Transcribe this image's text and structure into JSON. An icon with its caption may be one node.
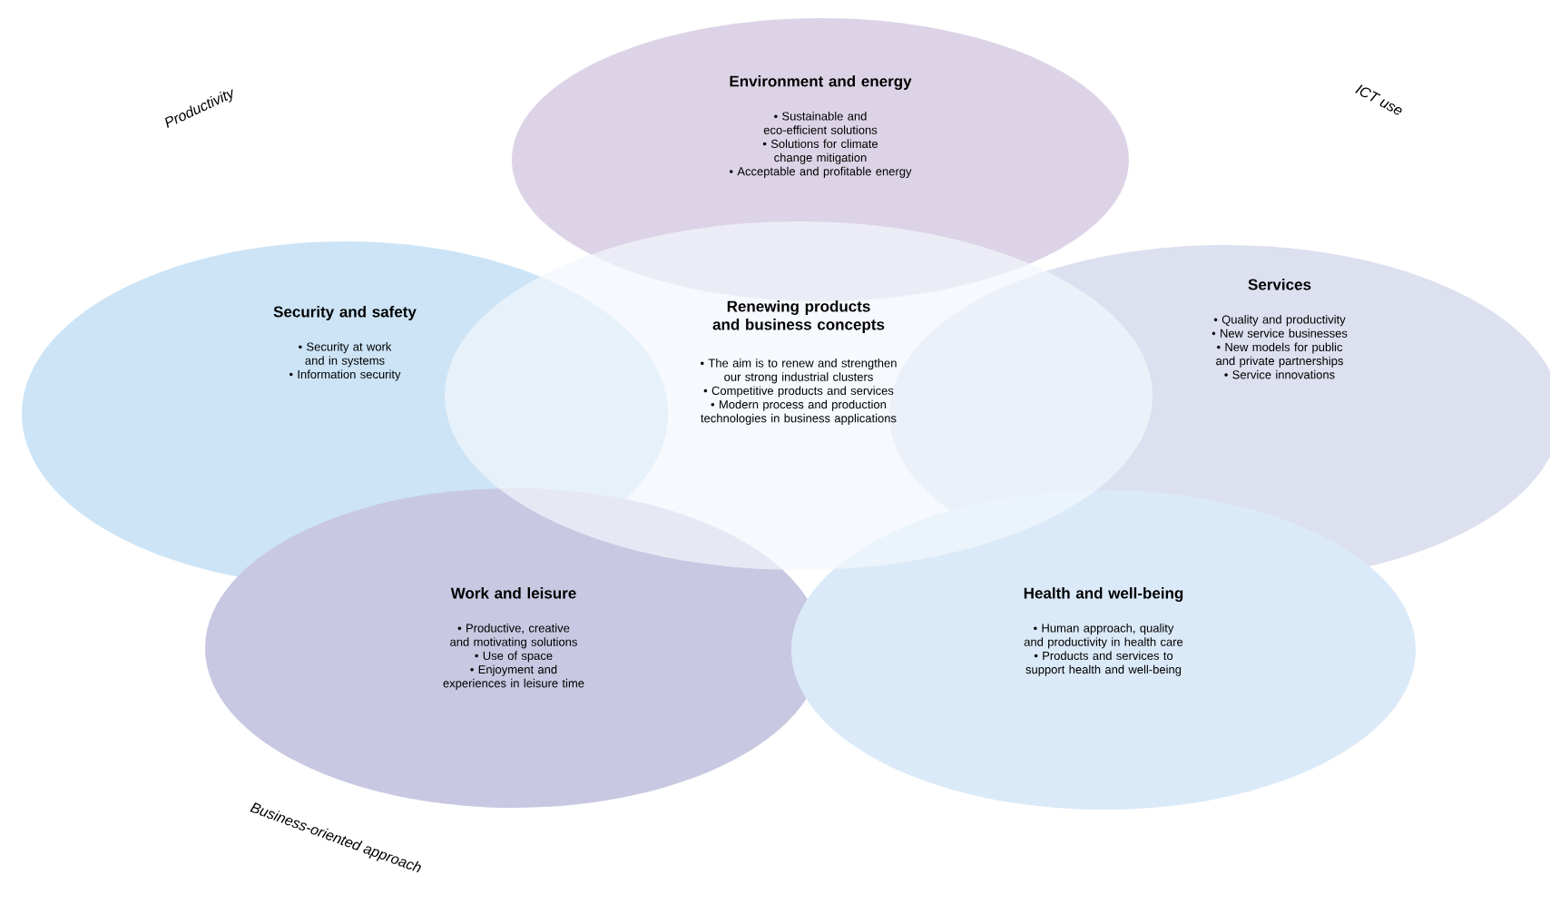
{
  "diagram": {
    "nodes": [
      {
        "text": [
          "Environment and energy",
          "• Sustainable and eco-efficient solutions",
          "• Solutions for climate change mitigation",
          "• Acceptable and profitable energy"
        ]
      },
      {
        "text": [
          "Security and safety",
          "• Security at work and in systems",
          "• Information security"
        ]
      },
      {
        "text": [
          "Renewing products and business concepts",
          "• The aim is to renew and strengthen our strong industrial clusters",
          "• Competitive products and services",
          "• Modern process and production technologies in business applications"
        ]
      },
      {
        "text": [
          "Services",
          "• Quality and productivity",
          "• New service businesses",
          "• New models for public and private partnerships",
          "• Service innovations"
        ]
      },
      {
        "text": [
          "Work and leisure",
          "• Productive, creative and motivating solutions",
          "• Use of space",
          "• Enjoyment and experiences in leisure time"
        ]
      },
      {
        "text": [
          "Health and well-being",
          "• Human approach, quality and productivity in health care",
          "• Products and services to support health and well-being"
        ]
      }
    ],
    "labels": [
      "Productivity",
      "ICT use",
      "Business-oriented approach"
    ]
  }
}
